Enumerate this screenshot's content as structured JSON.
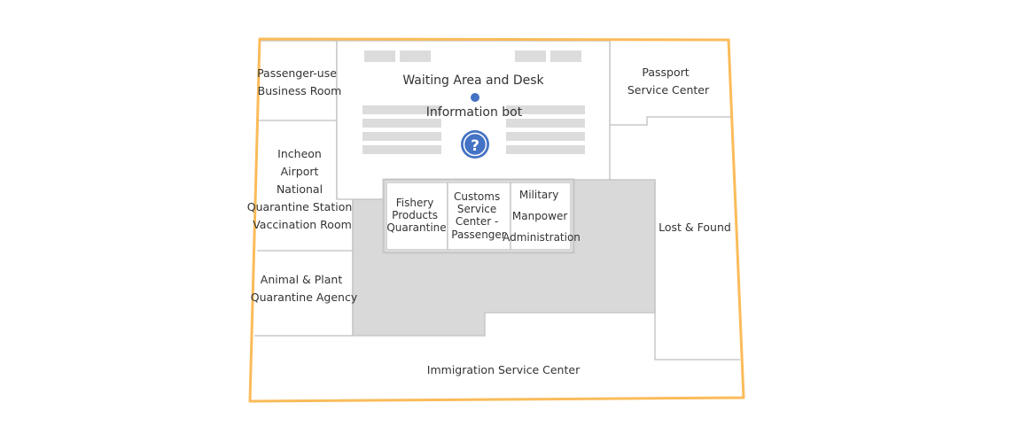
{
  "colors": {
    "outline": "#fbbb5a",
    "wall": "#c8c8c8",
    "corridor": "#d9d9d9",
    "seat": "#dcdcdc",
    "marker": "#4472c4"
  },
  "rooms": {
    "business_room": [
      "Passenger-use",
      "Business Room"
    ],
    "waiting_area": "Waiting Area and Desk",
    "info_bot": "Information bot",
    "passport_center": [
      "Passport",
      "Service Center"
    ],
    "quarantine_station": [
      "Incheon",
      "Airport",
      "National",
      "Quarantine Station",
      "Vaccination Room"
    ],
    "animal_plant": [
      "Animal & Plant",
      "Quarantine Agency"
    ],
    "fishery": [
      "Fishery",
      "Products",
      "Quarantine"
    ],
    "customs": [
      "Customs",
      "Service",
      "Center -",
      "Passenger"
    ],
    "military": [
      "Military",
      "Manpower",
      "Administration"
    ],
    "lost_found": "Lost & Found",
    "immigration": "Immigration Service Center"
  },
  "icons": {
    "info_bot_marker": "location-dot-icon",
    "help": "question-mark-icon",
    "help_glyph": "?"
  }
}
